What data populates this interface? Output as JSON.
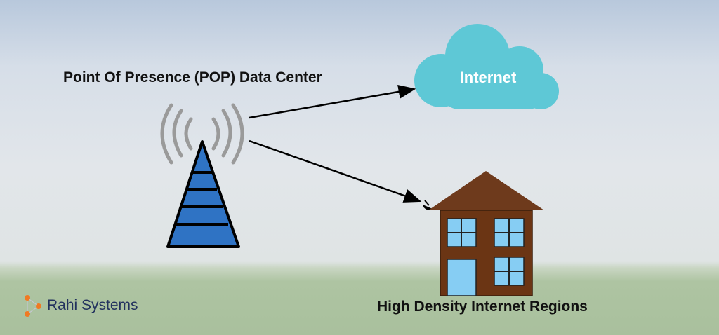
{
  "labels": {
    "pop": "Point Of Presence (POP) Data Center",
    "internet": "Internet",
    "regions": "High Density Internet Regions"
  },
  "brand": {
    "name": "Rahi Systems"
  },
  "colors": {
    "tower": "#2f73c4",
    "cloud": "#5ec8d6",
    "house": "#6b3514",
    "roof": "#6e3a1c",
    "window": "#86cdf3",
    "logo_dot": "#f07a23"
  }
}
